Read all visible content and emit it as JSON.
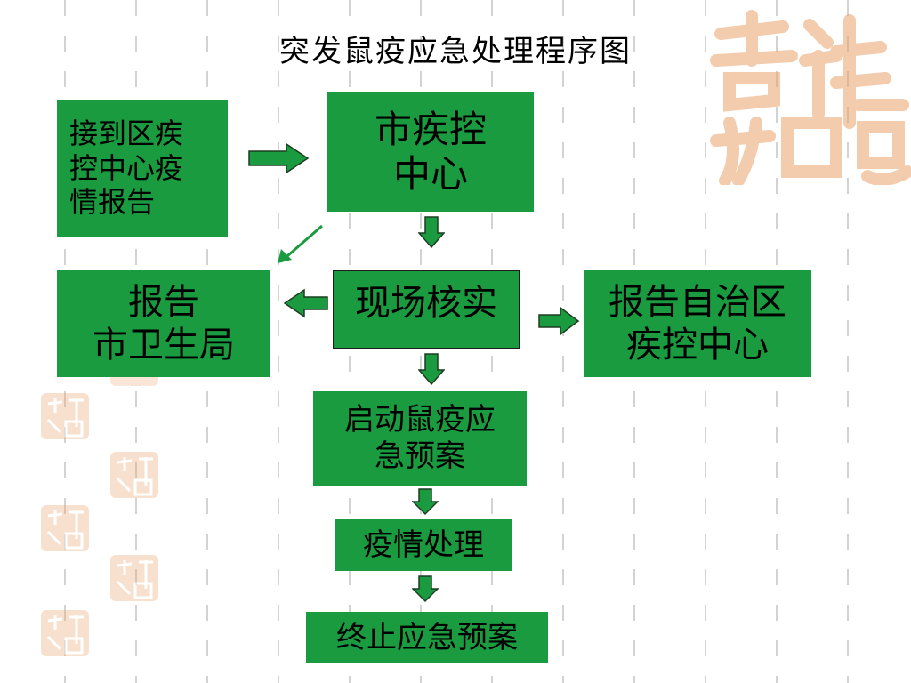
{
  "title": "突发鼠疫应急处理程序图",
  "boxes": {
    "receive_report": "接到区疾\n控中心疫\n情报告",
    "city_cdc": "市疾控\n中心",
    "report_health_bureau": "报告\n市卫生局",
    "onsite_verify": "现场核实",
    "report_region_cdc": "报告自治区\n疾控中心",
    "start_plan": "启动鼠疫应\n急预案",
    "epidemic_handling": "疫情处理",
    "end_plan": "终止应急预案"
  },
  "colors": {
    "box_fill": "#1a9b3f",
    "arrow_fill": "#1a9b3f",
    "seal": "#e8a46b",
    "stripe": "#d3d3d3"
  },
  "decorations": {
    "seal_text": "吉祥如意"
  }
}
